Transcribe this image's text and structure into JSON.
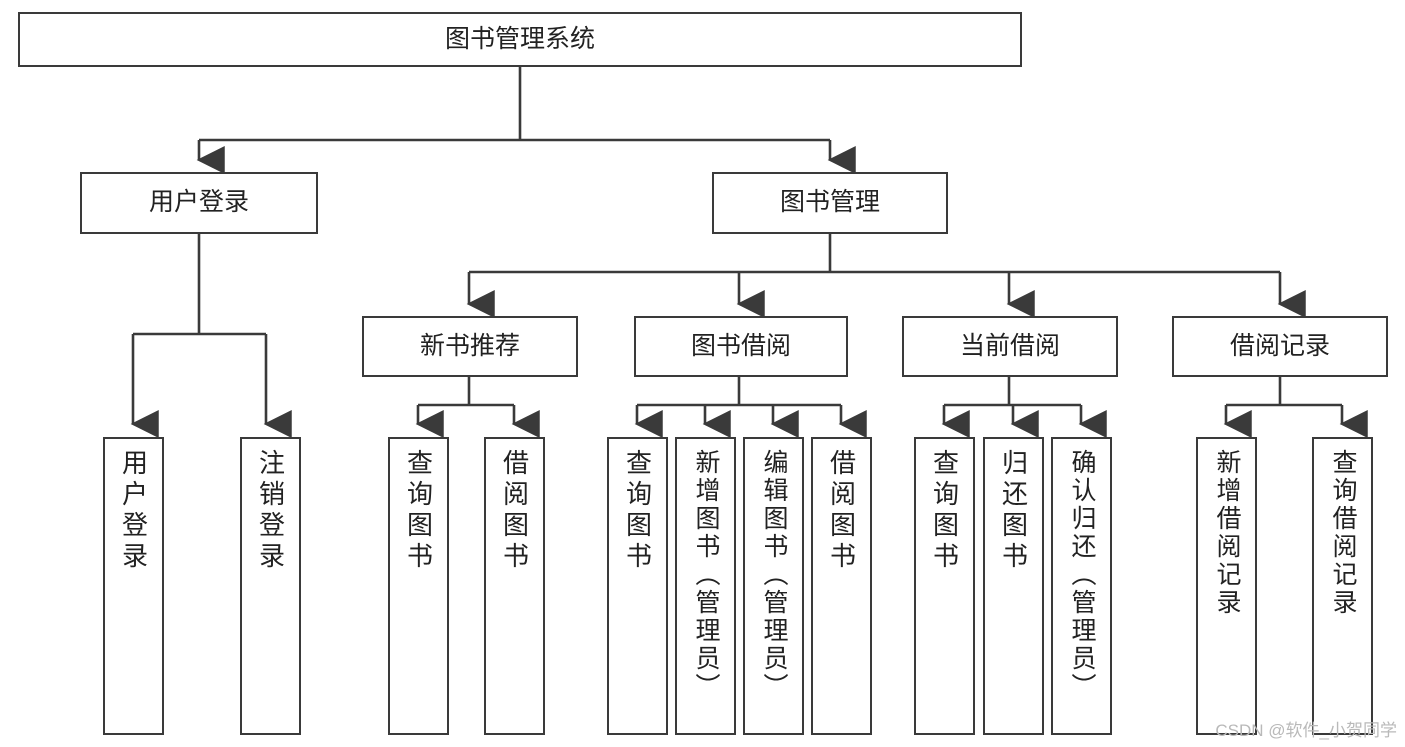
{
  "diagram": {
    "title": "图书管理系统",
    "type": "hierarchy-tree",
    "watermark": "CSDN @软件_小贺同学",
    "colors": {
      "background": "#ffffff",
      "box_border": "#3a3a3a",
      "box_fill": "#ffffff",
      "text": "#222222",
      "connector": "#3a3a3a",
      "watermark": "#b9b9b9"
    },
    "nodes": {
      "root": {
        "label": "图书管理系统",
        "level": 0
      },
      "level1": [
        {
          "id": "user-login",
          "label": "用户登录"
        },
        {
          "id": "book-manage",
          "label": "图书管理"
        }
      ],
      "level2": [
        {
          "id": "new-book-recommend",
          "label": "新书推荐",
          "parent": "book-manage"
        },
        {
          "id": "book-borrow",
          "label": "图书借阅",
          "parent": "book-manage"
        },
        {
          "id": "current-borrow",
          "label": "当前借阅",
          "parent": "book-manage"
        },
        {
          "id": "borrow-record",
          "label": "借阅记录",
          "parent": "book-manage"
        }
      ],
      "leaves": {
        "user_login": [
          {
            "id": "leaf-user-login",
            "label": "用户登录"
          },
          {
            "id": "leaf-logout",
            "label": "注销登录"
          }
        ],
        "new_book_recommend": [
          {
            "id": "leaf-query-book-1",
            "label": "查询图书"
          },
          {
            "id": "leaf-borrow-book-1",
            "label": "借阅图书"
          }
        ],
        "book_borrow": [
          {
            "id": "leaf-query-book-2",
            "label": "查询图书"
          },
          {
            "id": "leaf-add-book",
            "label": "新增图书（管理员）"
          },
          {
            "id": "leaf-edit-book",
            "label": "编辑图书（管理员）"
          },
          {
            "id": "leaf-borrow-book-2",
            "label": "借阅图书"
          }
        ],
        "current_borrow": [
          {
            "id": "leaf-query-book-3",
            "label": "查询图书"
          },
          {
            "id": "leaf-return-book",
            "label": "归还图书"
          },
          {
            "id": "leaf-confirm-return",
            "label": "确认归还（管理员）"
          }
        ],
        "borrow_record": [
          {
            "id": "leaf-add-record",
            "label": "新增借阅记录"
          },
          {
            "id": "leaf-query-record",
            "label": "查询借阅记录"
          }
        ]
      }
    }
  }
}
